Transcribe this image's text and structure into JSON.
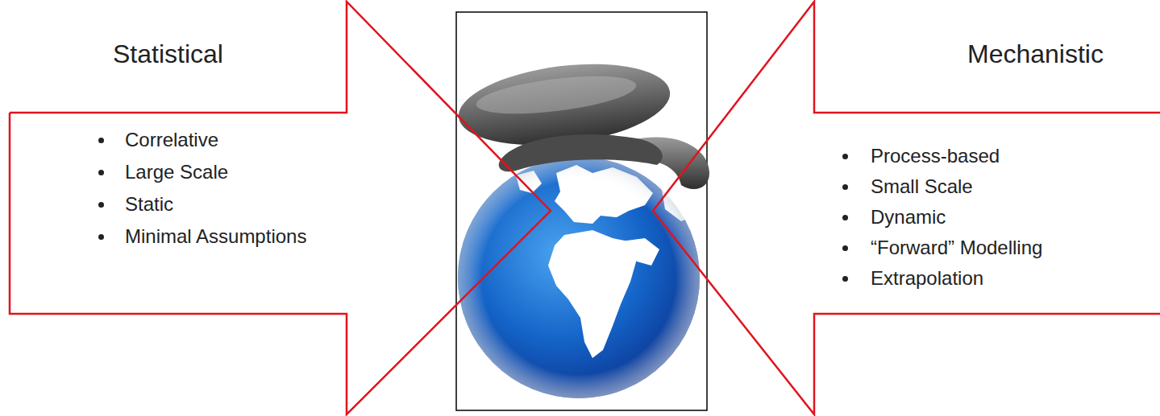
{
  "diagram": {
    "nodes": [
      {
        "text": [
          "Statistical",
          "Correlative",
          "Large Scale",
          "Static",
          "Minimal Assumptions"
        ]
      },
      {
        "text": [
          "Mechanistic",
          "Process-based",
          "Small Scale",
          "Dynamic",
          "“Forward” Modelling",
          "Extrapolation"
        ]
      }
    ]
  }
}
